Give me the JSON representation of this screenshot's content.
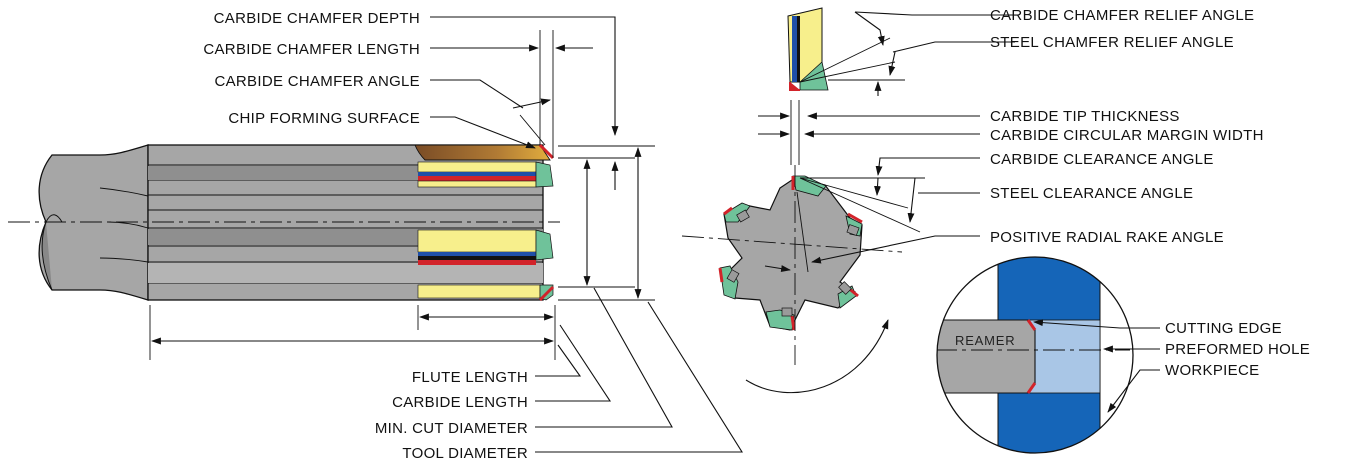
{
  "colors": {
    "body": "#a6a6a6",
    "body_dark": "#7a7a7a",
    "carbide_yellow": "#f7ef8c",
    "carbide_green": "#6fc29a",
    "carbide_green_dark": "#2f8f5e",
    "edge_red": "#d2232a",
    "blue_stripe": "#1f4fa8",
    "workpiece_blue": "#1565b8",
    "hole_blue": "#a9c6e6",
    "chip_brown": "#8a5a2c",
    "chip_gold": "#d9a43a"
  },
  "labels": {
    "left": {
      "chamfer_depth": "CARBIDE CHAMFER DEPTH",
      "chamfer_length": "CARBIDE CHAMFER LENGTH",
      "chamfer_angle": "CARBIDE CHAMFER ANGLE",
      "chip_forming": "CHIP FORMING SURFACE"
    },
    "bottom": {
      "flute_length": "FLUTE LENGTH",
      "carbide_length": "CARBIDE LENGTH",
      "min_cut": "MIN. CUT DIAMETER",
      "tool_diameter": "TOOL DIAMETER"
    },
    "right": {
      "carbide_relief": "CARBIDE CHAMFER RELIEF ANGLE",
      "steel_relief": "STEEL CHAMFER RELIEF ANGLE",
      "tip_thickness": "CARBIDE TIP THICKNESS",
      "margin_width": "CARBIDE CIRCULAR MARGIN WIDTH",
      "carbide_clearance": "CARBIDE CLEARANCE ANGLE",
      "steel_clearance": "STEEL CLEARANCE ANGLE",
      "radial_rake": "POSITIVE RADIAL RAKE ANGLE"
    },
    "detail": {
      "reamer": "REAMER",
      "cutting_edge": "CUTTING EDGE",
      "preformed_hole": "PREFORMED HOLE",
      "workpiece": "WORKPIECE"
    }
  }
}
